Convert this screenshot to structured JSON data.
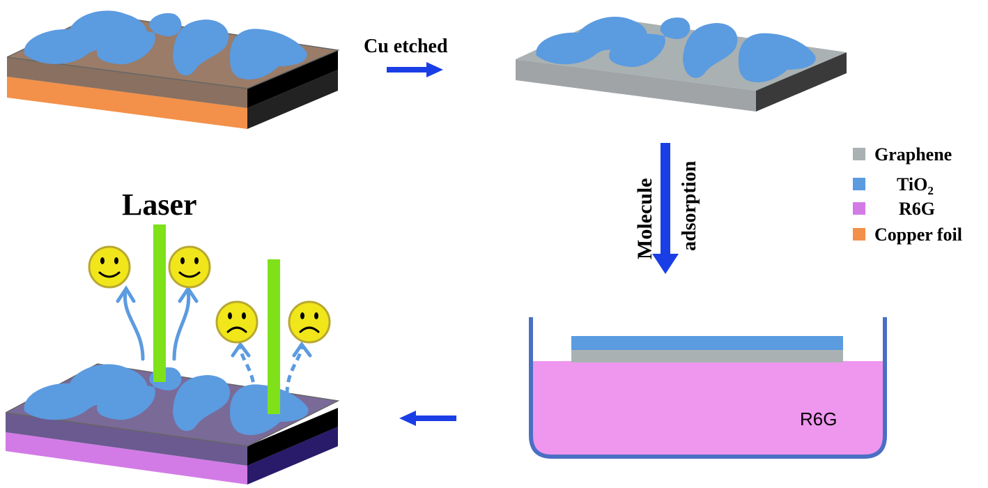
{
  "labels": {
    "cu_etched": "Cu etched",
    "molecule": "Molecule",
    "adsorption": "adsorption",
    "laser": "Laser",
    "solution": "R6G"
  },
  "legend": [
    {
      "label": "Graphene",
      "color": "#a9b1b3"
    },
    {
      "label": "TiO",
      "sub": "2",
      "color": "#5b9be0"
    },
    {
      "label": "R6G",
      "color": "#d27be6"
    },
    {
      "label": "Copper foil",
      "color": "#f39049"
    }
  ],
  "colors": {
    "tio2": "#5b9be0",
    "graphene": "#a9b1b3",
    "copper": "#f39049",
    "r6g": "#d27be6",
    "r6g_solution": "#ef96ef",
    "beaker": "#4a6fc4",
    "arrow": "#1a3ee6",
    "laser": "#7ee11a",
    "emission_arrow": "#5b9be0",
    "smiley": "#f0e61a",
    "smiley_outline": "#b8a830"
  },
  "icons": {
    "happy": "smiley-happy-icon",
    "sad": "smiley-sad-icon"
  }
}
